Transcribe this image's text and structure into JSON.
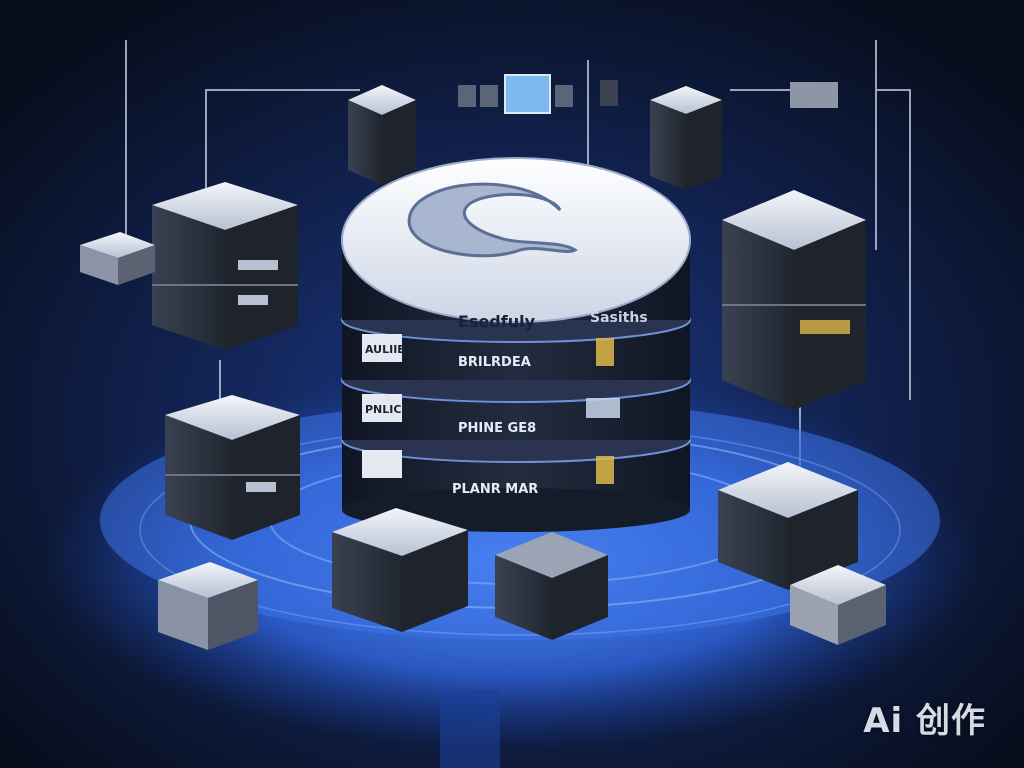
{
  "scene": {
    "subject": "isometric database server illustration",
    "colors": {
      "background": "#0a1226",
      "glow": "#3f7ff0",
      "cylinder_top": "#e9eef6",
      "cylinder_body": "#1b2233",
      "box_body": "#2a3140",
      "box_lid": "#dfe4ee",
      "line": "#c9d6ea"
    }
  },
  "labels": {
    "cylinder_band1_left": "Esedfuly",
    "cylinder_band1_right": "Sasiths",
    "cylinder_band2_left": "AULIIE",
    "cylinder_band2_center": "BRILRDEA",
    "cylinder_band3_left": "PNLICR",
    "cylinder_band3_center": "PHINE GE8",
    "cylinder_band4_center": "PLANR MAR"
  },
  "watermark": {
    "text": "Ai 创作"
  }
}
